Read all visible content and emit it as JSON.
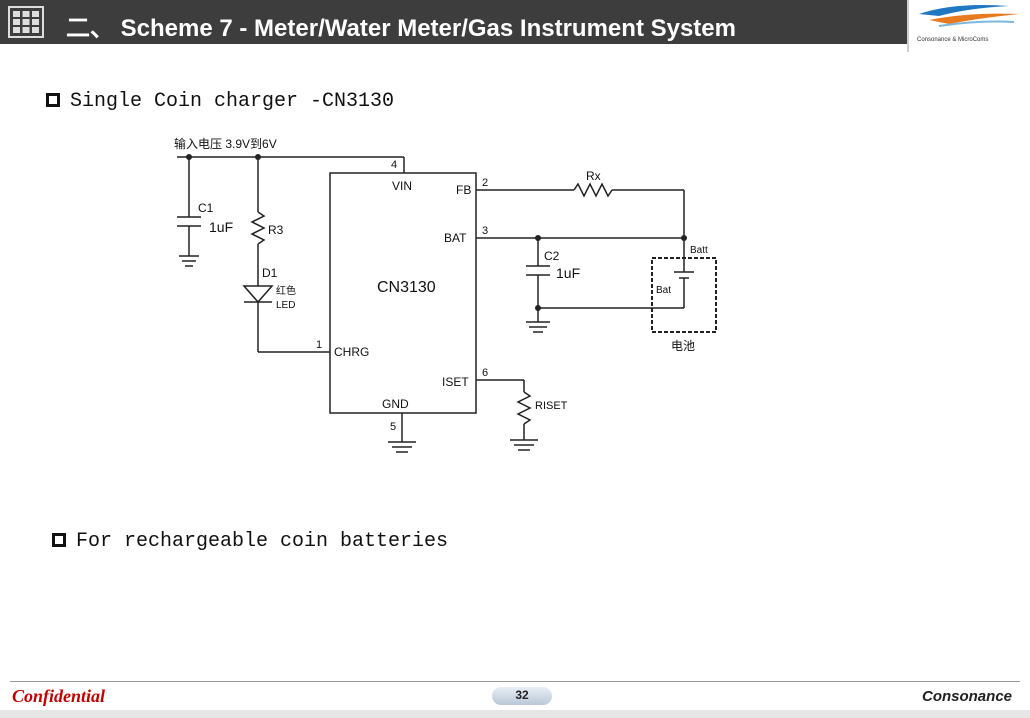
{
  "header": {
    "title": "二、 Scheme 7 - Meter/Water Meter/Gas Instrument System",
    "logo_text": "Consonance & MicroComs"
  },
  "bullets": [
    "Single Coin charger -CN3130",
    "For rechargeable coin batteries"
  ],
  "circuit": {
    "input_label": "输入电压 3.9V到6V",
    "chip": "CN3130",
    "pins": {
      "vin": "VIN",
      "fb": "FB",
      "bat": "BAT",
      "chrg": "CHRG",
      "iset": "ISET",
      "gnd": "GND"
    },
    "pin_numbers": {
      "vin": "4",
      "fb": "2",
      "bat": "3",
      "chrg": "1",
      "iset": "6",
      "gnd": "5"
    },
    "c1_name": "C1",
    "c1_value": "1uF",
    "r3_name": "R3",
    "d1_name": "D1",
    "d1_color": "红色",
    "d1_type": "LED",
    "rx_name": "Rx",
    "c2_name": "C2",
    "c2_value": "1uF",
    "batt_plus": "Batt",
    "bat_minus": "Bat",
    "battery_label": "电池",
    "riset_name": "RISET"
  },
  "footer": {
    "confidential": "Confidential",
    "page": "32",
    "brand": "Consonance"
  },
  "colors": {
    "header_bg": "#3d3d3d",
    "confidential": "#c00000",
    "logo_blue": "#1f78c1",
    "logo_orange": "#e87a1f"
  }
}
